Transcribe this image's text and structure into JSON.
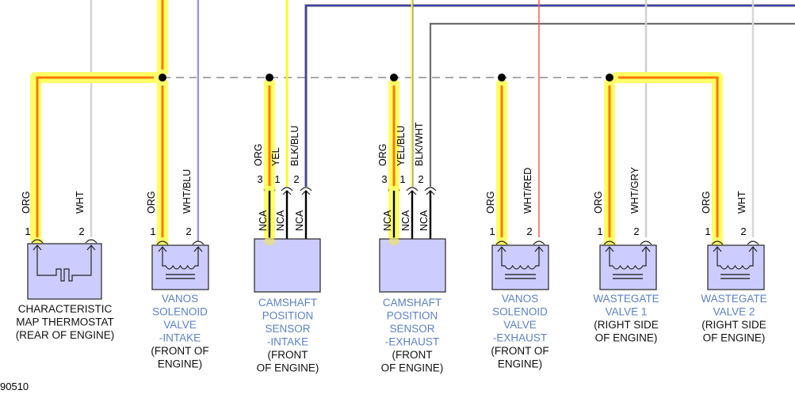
{
  "diagram_ref": "90510",
  "colors": {
    "org": "#ff7a00",
    "highlight": "#ffff66",
    "wht": "#d6d6d6",
    "yel": "#ffff00",
    "blu": "#4a4ae0",
    "red": "#ff5a5a",
    "gry": "#707070",
    "component_fill": "#ccccff",
    "splice_line": "#8c8c8c",
    "name_text": "#5b82c4"
  },
  "splice": {
    "style": "dashed",
    "label": ""
  },
  "components": [
    {
      "id": "map-thermostat",
      "name_lines": [
        "CHARACTERISTIC",
        "MAP THERMOSTAT"
      ],
      "location_lines": [
        "(REAR OF ENGINE)"
      ],
      "symbol": "thermostat",
      "pins": [
        {
          "num": "1",
          "wire": "ORG",
          "highlighted": true
        },
        {
          "num": "2",
          "wire": "WHT",
          "highlighted": false
        }
      ]
    },
    {
      "id": "vanos-intake",
      "name_lines": [
        "VANOS",
        "SOLENOID",
        "VALVE",
        "-INTAKE"
      ],
      "location_lines": [
        "(FRONT OF",
        "ENGINE)"
      ],
      "symbol": "solenoid",
      "pins": [
        {
          "num": "1",
          "wire": "ORG",
          "highlighted": true
        },
        {
          "num": "2",
          "wire": "WHT/BLU",
          "highlighted": false
        }
      ]
    },
    {
      "id": "cmp-intake",
      "name_lines": [
        "CAMSHAFT",
        "POSITION",
        "SENSOR",
        "-INTAKE"
      ],
      "location_lines": [
        "(FRONT",
        "OF ENGINE)"
      ],
      "symbol": "sensor",
      "pins": [
        {
          "num": "3",
          "wire": "ORG",
          "highlighted": true,
          "inner": "NCA"
        },
        {
          "num": "1",
          "wire": "YEL",
          "highlighted": false,
          "inner": "NCA"
        },
        {
          "num": "2",
          "wire": "BLK/BLU",
          "highlighted": false,
          "inner": "NCA"
        }
      ]
    },
    {
      "id": "cmp-exhaust",
      "name_lines": [
        "CAMSHAFT",
        "POSITION",
        "SENSOR",
        "-EXHAUST"
      ],
      "location_lines": [
        "(FRONT",
        "OF ENGINE)"
      ],
      "symbol": "sensor",
      "pins": [
        {
          "num": "3",
          "wire": "ORG",
          "highlighted": true,
          "inner": "NCA"
        },
        {
          "num": "1",
          "wire": "YEL/BLU",
          "highlighted": false,
          "inner": "NCA"
        },
        {
          "num": "2",
          "wire": "BLK/WHT",
          "highlighted": false,
          "inner": "NCA"
        }
      ]
    },
    {
      "id": "vanos-exhaust",
      "name_lines": [
        "VANOS",
        "SOLENOID",
        "VALVE",
        "-EXHAUST"
      ],
      "location_lines": [
        "(FRONT OF",
        "ENGINE)"
      ],
      "symbol": "solenoid",
      "pins": [
        {
          "num": "1",
          "wire": "ORG",
          "highlighted": true
        },
        {
          "num": "2",
          "wire": "WHT/RED",
          "highlighted": false
        }
      ]
    },
    {
      "id": "wastegate-1",
      "name_lines": [
        "WASTEGATE",
        "VALVE 1"
      ],
      "location_lines": [
        "(RIGHT SIDE",
        "OF ENGINE)"
      ],
      "symbol": "solenoid",
      "pins": [
        {
          "num": "1",
          "wire": "ORG",
          "highlighted": true
        },
        {
          "num": "2",
          "wire": "WHT/GRY",
          "highlighted": false
        }
      ]
    },
    {
      "id": "wastegate-2",
      "name_lines": [
        "WASTEGATE",
        "VALVE 2"
      ],
      "location_lines": [
        "(RIGHT SIDE",
        "OF ENGINE)"
      ],
      "symbol": "solenoid",
      "pins": [
        {
          "num": "1",
          "wire": "ORG",
          "highlighted": true
        },
        {
          "num": "2",
          "wire": "WHT",
          "highlighted": false
        }
      ]
    }
  ]
}
